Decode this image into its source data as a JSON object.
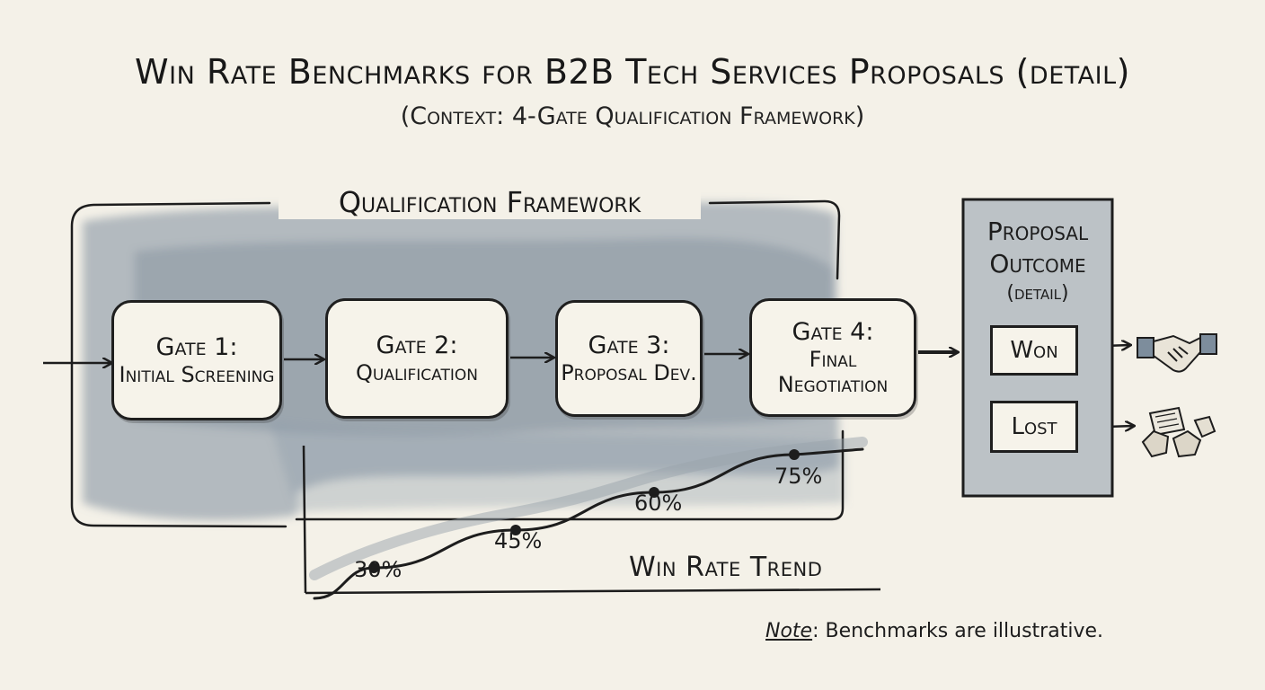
{
  "title": "Win Rate Benchmarks for B2B Tech Services Proposals (detail)",
  "subtitle": "(Context: 4-Gate Qualification Framework)",
  "framework": {
    "label": "Qualification Framework",
    "gates": [
      {
        "title": "Gate 1:",
        "subtitle": "Initial Screening"
      },
      {
        "title": "Gate 2:",
        "subtitle": "Qualification"
      },
      {
        "title": "Gate 3:",
        "subtitle": "Proposal Dev."
      },
      {
        "title": "Gate 4:",
        "subtitle": "Final Negotiation"
      }
    ]
  },
  "outcome": {
    "title": "Proposal Outcome",
    "detail": "(detail)",
    "won_label": "Won",
    "lost_label": "Lost",
    "won_icon": "handshake-icon",
    "lost_icon": "crumpled-paper-icon"
  },
  "trend": {
    "label": "Win Rate Trend",
    "points": [
      {
        "gate": "Gate 1",
        "value": 30,
        "label": "30%"
      },
      {
        "gate": "Gate 2",
        "value": 45,
        "label": "45%"
      },
      {
        "gate": "Gate 3",
        "value": 60,
        "label": "60%"
      },
      {
        "gate": "Gate 4",
        "value": 75,
        "label": "75%"
      }
    ]
  },
  "note": {
    "key": "Note",
    "text": ": Benchmarks are illustrative."
  },
  "colors": {
    "background": "#f4f1e8",
    "ink": "#1d1d1d",
    "wash": "#7d8d9c"
  }
}
